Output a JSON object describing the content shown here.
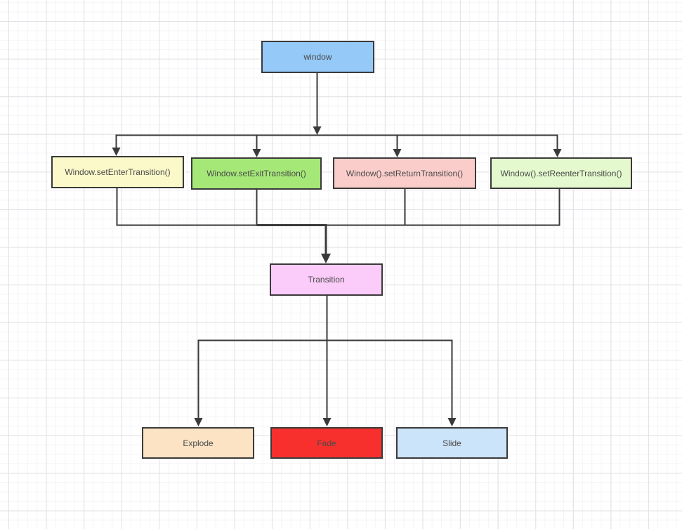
{
  "diagram": {
    "connector_color": "#3a3a3a",
    "label_color": "#4a4a4a",
    "nodes": {
      "window": {
        "label": "window",
        "fill": "#94c9f8"
      },
      "set_enter": {
        "label": "Window.setEnterTransition()",
        "fill": "#fbf9c9"
      },
      "set_exit": {
        "label": "Window.setExitTransition()",
        "fill": "#a6e878"
      },
      "set_return": {
        "label": "Window().setReturnTransition()",
        "fill": "#facdcb"
      },
      "set_reenter": {
        "label": "Window().setReenterTransition()",
        "fill": "#e4f9ce"
      },
      "transition": {
        "label": "Transition",
        "fill": "#fbcbfa"
      },
      "explode": {
        "label": "Explode",
        "fill": "#fbe3c4"
      },
      "fade": {
        "label": "Fade",
        "fill": "#f8302d"
      },
      "slide": {
        "label": "Slide",
        "fill": "#cce4f9"
      }
    }
  }
}
